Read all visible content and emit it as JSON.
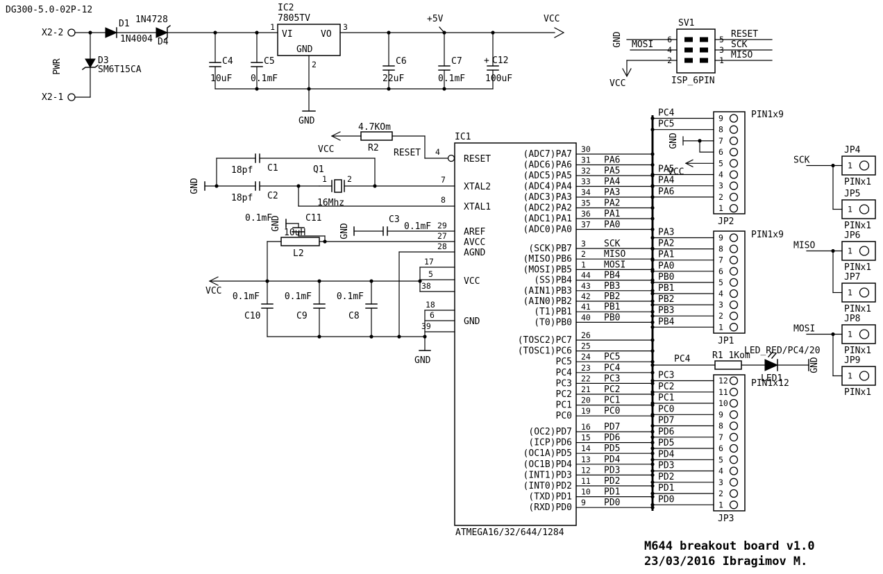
{
  "sheet": {
    "code": "DG300-5.0-02P-12",
    "title": "M644 breakout board v1.0",
    "credit": "23/03/2016 Ibragimov M."
  },
  "power": {
    "x2_2": "X2-2",
    "x2_1": "X2-1",
    "pwr": "PWR",
    "d1": "D1",
    "d1_value": "1N4004",
    "d4": "D4",
    "d4_value": "1N4728",
    "d3": "D3",
    "d3_value": "SM6T15CA",
    "c4": "C4",
    "c4_value": "10uF",
    "c5": "C5",
    "c5_value": "0.1mF",
    "ic2": "IC2",
    "ic2_value": "7805TV",
    "vi": "VI",
    "vo": "VO",
    "gnd_pin": "GND",
    "pin1": "1",
    "pin2": "2",
    "pin3": "3",
    "c6": "C6",
    "c6_value": "22uF",
    "c7": "C7",
    "c7_value": "0.1mF",
    "c12_plus": "+",
    "c12": "C12",
    "c12_value": "100uF",
    "plus5v": "+5V",
    "vcc": "VCC",
    "gnd": "GND"
  },
  "isp": {
    "name": "SV1",
    "footprint": "ISP_6PIN",
    "p6": "6",
    "p5": "5",
    "p4": "4",
    "p3": "3",
    "p2": "2",
    "p1": "1",
    "gnd": "GND",
    "mosi": "MOSI",
    "vcc": "VCC",
    "reset": "RESET",
    "sck": "SCK",
    "miso": "MISO"
  },
  "reset_net": {
    "r2_value": "4.7KOm",
    "r2": "R2",
    "vcc": "VCC",
    "label": "RESET"
  },
  "xtal": {
    "q1": "Q1",
    "freq": "16Mhz",
    "pin1": "1",
    "pin2": "2",
    "c1_value": "18pf",
    "c1": "C1",
    "c2_value": "18pf",
    "c2": "C2",
    "gnd": "GND"
  },
  "analog": {
    "c11_value": "0.1mF",
    "c11": "C11",
    "gnd_c11": "GND",
    "c3": "C3",
    "c3_value": "0.1mF",
    "gnd_c3": "GND",
    "l2_value": "10uH",
    "l2": "L2"
  },
  "decap": {
    "vcc": "VCC",
    "gnd": "GND",
    "c10_value": "0.1mF",
    "c10": "C10",
    "c9_value": "0.1mF",
    "c9": "C9",
    "c8_value": "0.1mF",
    "c8": "C8"
  },
  "ic1": {
    "name": "IC1",
    "part": "ATMEGA16/32/644/1284",
    "left_labels": {
      "reset": "RESET",
      "xtal2": "XTAL2",
      "xtal1": "XTAL1",
      "aref": "AREF",
      "avcc": "AVCC",
      "agnd": "AGND",
      "vcc": "VCC",
      "gnd": "GND"
    },
    "left_nums": {
      "reset": "4",
      "xtal2": "7",
      "xtal1": "8",
      "aref": "29",
      "avcc": "27",
      "agnd": "28",
      "vcc": [
        "17",
        "5",
        "38"
      ],
      "gnd": [
        "18",
        "6",
        "39"
      ]
    },
    "porta": [
      {
        "num": "30",
        "label": "(ADC7)PA7",
        "net": ""
      },
      {
        "num": "31",
        "label": "(ADC6)PA6",
        "net": "PA6"
      },
      {
        "num": "32",
        "label": "(ADC5)PA5",
        "net": "PA5"
      },
      {
        "num": "33",
        "label": "(ADC4)PA4",
        "net": "PA4"
      },
      {
        "num": "34",
        "label": "(ADC3)PA3",
        "net": "PA3"
      },
      {
        "num": "35",
        "label": "(ADC2)PA2",
        "net": "PA2"
      },
      {
        "num": "36",
        "label": "(ADC1)PA1",
        "net": "PA1"
      },
      {
        "num": "37",
        "label": "(ADC0)PA0",
        "net": "PA0"
      }
    ],
    "portb": [
      {
        "num": "3",
        "label": "(SCK)PB7",
        "net": "SCK"
      },
      {
        "num": "2",
        "label": "(MISO)PB6",
        "net": "MISO"
      },
      {
        "num": "1",
        "label": "(MOSI)PB5",
        "net": "MOSI"
      },
      {
        "num": "44",
        "label": "(SS)PB4",
        "net": "PB4"
      },
      {
        "num": "43",
        "label": "(AIN1)PB3",
        "net": "PB3"
      },
      {
        "num": "42",
        "label": "(AIN0)PB2",
        "net": "PB2"
      },
      {
        "num": "41",
        "label": "(T1)PB1",
        "net": "PB1"
      },
      {
        "num": "40",
        "label": "(T0)PB0",
        "net": "PB0"
      }
    ],
    "portc": [
      {
        "num": "26",
        "label": "(TOSC2)PC7",
        "net": ""
      },
      {
        "num": "25",
        "label": "(TOSC1)PC6",
        "net": ""
      },
      {
        "num": "24",
        "label": "PC5",
        "net": "PC5"
      },
      {
        "num": "23",
        "label": "PC4",
        "net": "PC4"
      },
      {
        "num": "22",
        "label": "PC3",
        "net": "PC3"
      },
      {
        "num": "21",
        "label": "PC2",
        "net": "PC2"
      },
      {
        "num": "20",
        "label": "PC1",
        "net": "PC1"
      },
      {
        "num": "19",
        "label": "PC0",
        "net": "PC0"
      }
    ],
    "portd": [
      {
        "num": "16",
        "label": "(OC2)PD7",
        "net": "PD7"
      },
      {
        "num": "15",
        "label": "(ICP)PD6",
        "net": "PD6"
      },
      {
        "num": "14",
        "label": "(OC1A)PD5",
        "net": "PD5"
      },
      {
        "num": "13",
        "label": "(OC1B)PD4",
        "net": "PD4"
      },
      {
        "num": "12",
        "label": "(INT1)PD3",
        "net": "PD3"
      },
      {
        "num": "11",
        "label": "(INT0)PD2",
        "net": "PD2"
      },
      {
        "num": "10",
        "label": "(TXD)PD1",
        "net": "PD1"
      },
      {
        "num": "9",
        "label": "(RXD)PD0",
        "net": "PD0"
      }
    ]
  },
  "jp2": {
    "name": "JP2",
    "footprint": "PIN1x9",
    "pins": [
      {
        "num": "9",
        "net": "PC4",
        "type": "net"
      },
      {
        "num": "8",
        "net": "PC5",
        "type": "net"
      },
      {
        "num": "7",
        "net": "GND",
        "type": "gnd"
      },
      {
        "num": "6",
        "net": "",
        "type": "join"
      },
      {
        "num": "5",
        "net": "VCC",
        "type": "vcc"
      },
      {
        "num": "4",
        "net": "PA5",
        "type": "net"
      },
      {
        "num": "3",
        "net": "PA4",
        "type": "net"
      },
      {
        "num": "2",
        "net": "PA6",
        "type": "net"
      },
      {
        "num": "1",
        "net": "",
        "type": "nc"
      }
    ]
  },
  "jp1": {
    "name": "JP1",
    "footprint": "PIN1x9",
    "pins": [
      {
        "num": "9",
        "net": "PA3",
        "type": "net"
      },
      {
        "num": "8",
        "net": "PA2",
        "type": "net"
      },
      {
        "num": "7",
        "net": "PA1",
        "type": "net"
      },
      {
        "num": "6",
        "net": "PA0",
        "type": "net"
      },
      {
        "num": "5",
        "net": "PB0",
        "type": "net"
      },
      {
        "num": "4",
        "net": "PB1",
        "type": "net"
      },
      {
        "num": "3",
        "net": "PB2",
        "type": "net"
      },
      {
        "num": "2",
        "net": "PB3",
        "type": "net"
      },
      {
        "num": "1",
        "net": "PB4",
        "type": "net"
      }
    ]
  },
  "jp3": {
    "name": "JP3",
    "footprint": "PIN1x12",
    "pins": [
      {
        "num": "12",
        "net": "PC3",
        "type": "net"
      },
      {
        "num": "11",
        "net": "PC2",
        "type": "net"
      },
      {
        "num": "10",
        "net": "PC1",
        "type": "net"
      },
      {
        "num": "9",
        "net": "PC0",
        "type": "net"
      },
      {
        "num": "8",
        "net": "PD7",
        "type": "net"
      },
      {
        "num": "7",
        "net": "PD6",
        "type": "net"
      },
      {
        "num": "6",
        "net": "PD5",
        "type": "net"
      },
      {
        "num": "5",
        "net": "PD4",
        "type": "net"
      },
      {
        "num": "4",
        "net": "PD3",
        "type": "net"
      },
      {
        "num": "3",
        "net": "PD2",
        "type": "net"
      },
      {
        "num": "2",
        "net": "PD1",
        "type": "net"
      },
      {
        "num": "1",
        "net": "PD0",
        "type": "net"
      }
    ]
  },
  "led": {
    "net": "PC4",
    "r1": "R1 1Kom",
    "label": "LED_RED/PC4/20",
    "name": "LED1",
    "gnd": "GND"
  },
  "headers1x1": {
    "footprint": "PINx1",
    "pin": "1",
    "items": [
      {
        "name": "JP4",
        "net": "SCK"
      },
      {
        "name": "JP5"
      },
      {
        "name": "JP6",
        "net": "MISO"
      },
      {
        "name": "JP7"
      },
      {
        "name": "JP8",
        "net": "MOSI"
      },
      {
        "name": "JP9"
      }
    ]
  }
}
